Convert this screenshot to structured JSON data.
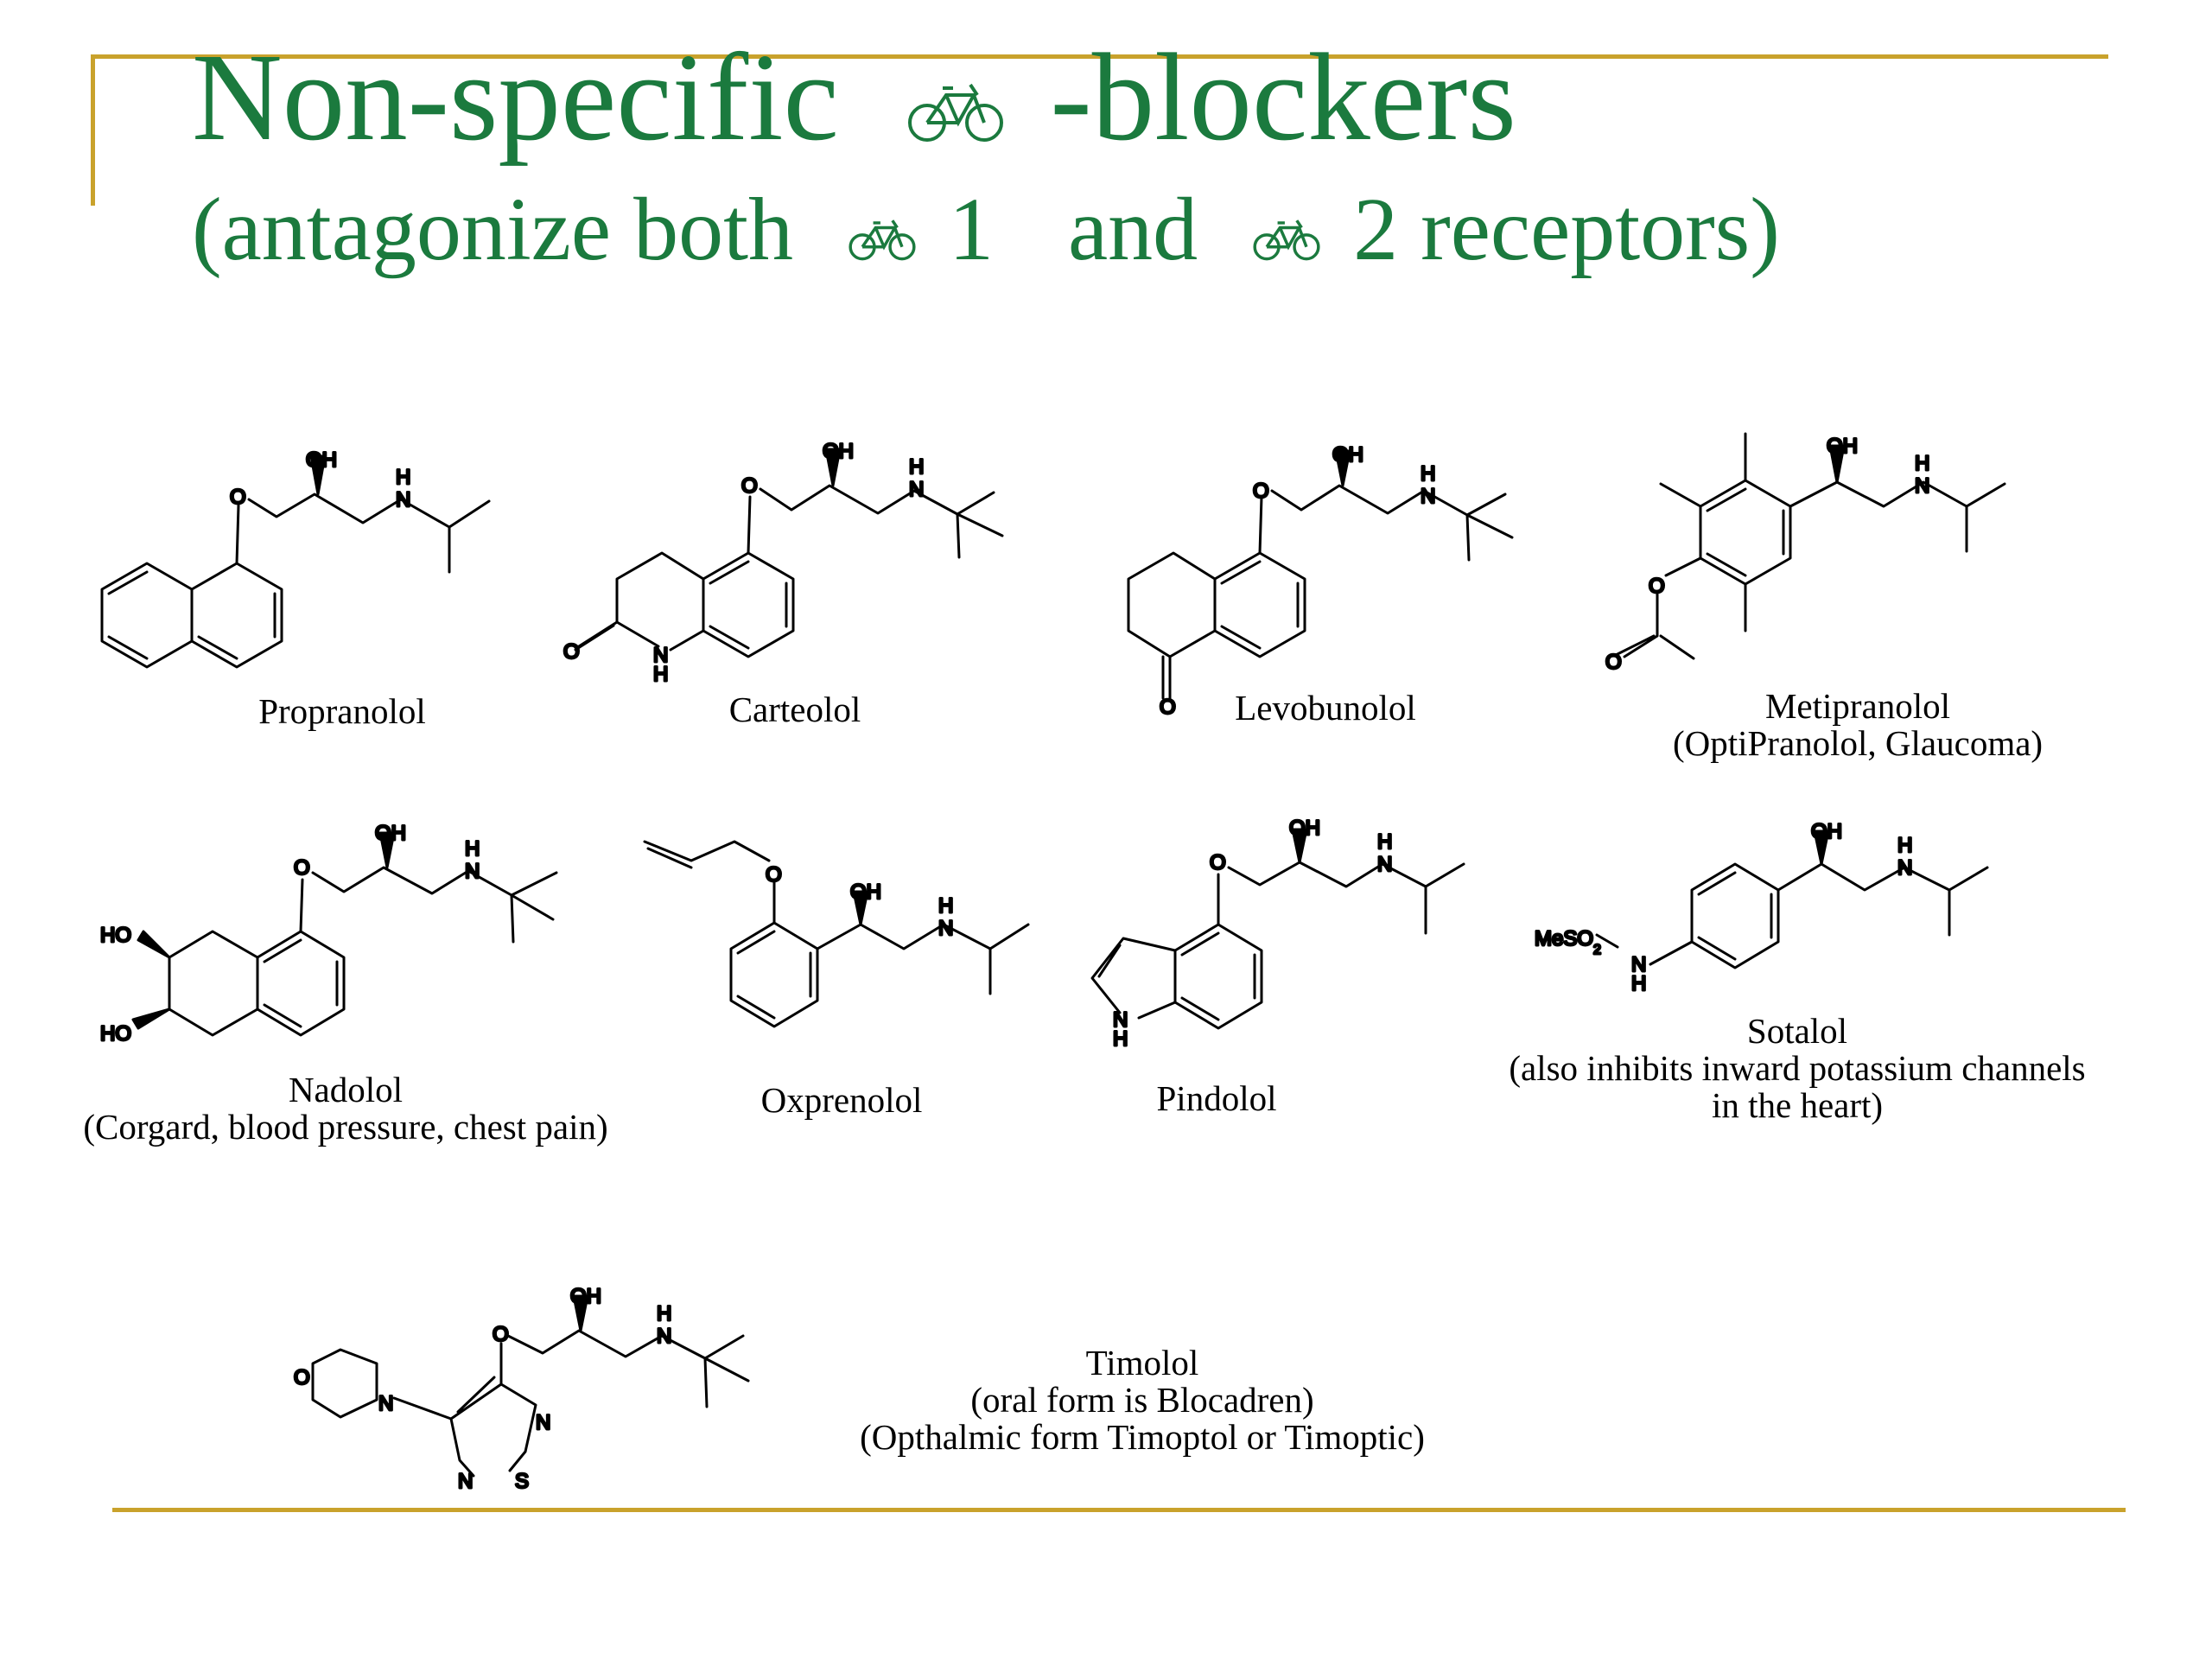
{
  "slide": {
    "title": {
      "part1": "Non-specific",
      "symbol": "bicycle-icon",
      "part2": "-blockers"
    },
    "subtitle": {
      "part1": "(antagonize both",
      "sub1": "1",
      "mid": "and",
      "sub2": "2 receptors)"
    },
    "colors": {
      "title": "#1b7a3e",
      "rule": "#c9a22c"
    },
    "atom_labels": {
      "oh": "OH",
      "o": "O",
      "n": "N",
      "h": "H",
      "s": "S",
      "ho": "HO",
      "meso2": "MeSO",
      "sub2": "2"
    },
    "molecules": [
      {
        "id": "propranolol",
        "name": "Propranolol",
        "note": ""
      },
      {
        "id": "carteolol",
        "name": "Carteolol",
        "note": ""
      },
      {
        "id": "levobunolol",
        "name": "Levobunolol",
        "note": ""
      },
      {
        "id": "metipranolol",
        "name": "Metipranolol",
        "note": "(OptiPranolol, Glaucoma)"
      },
      {
        "id": "nadolol",
        "name": "Nadolol",
        "note": "(Corgard, blood pressure, chest pain)"
      },
      {
        "id": "oxprenolol",
        "name": "Oxprenolol",
        "note": ""
      },
      {
        "id": "pindolol",
        "name": "Pindolol",
        "note": ""
      },
      {
        "id": "sotalol",
        "name": "Sotalol",
        "note": "(also inhibits inward potassium channels",
        "note2": "in the heart)"
      },
      {
        "id": "timolol",
        "name": "Timolol",
        "note": "(oral form is Blocadren)",
        "note2": "(Opthalmic form Timoptol or Timoptic)"
      }
    ]
  }
}
